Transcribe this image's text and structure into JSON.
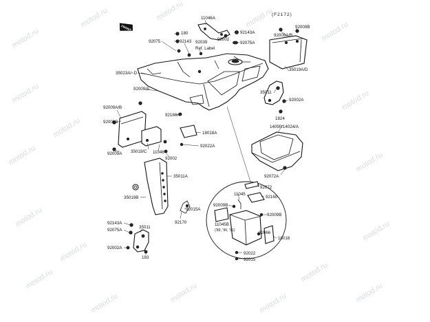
{
  "watermark": "motod.ru",
  "diagram_code": "(F2172)",
  "front_label": "FRONT",
  "labels": {
    "l11046A": "11046A",
    "l180": "180",
    "l92143A_top": "92143A",
    "l92002_top": "92002",
    "l92075A_top": "92075A",
    "l92075": "92075",
    "l92143_top": "92143",
    "l92039": "92039",
    "ref_label": "Ref. Label",
    "l92009AB_right": "92009A/B",
    "l92009B_right": "92009B",
    "l35019AD": "35019A/D",
    "l35023AD": "35023A/~D",
    "l92009A_mid": "92009/A",
    "l35011_right": "35011",
    "l92002A_right": "92002A",
    "l1824": "1824",
    "l14090": "14090/14024/A",
    "l92009AB_left": "92009A/B",
    "l92009B_left": "92009B",
    "l92160A": "92160A",
    "l18018A": "18018A",
    "l92022A": "92022A",
    "l35019C": "35019/C",
    "l11046": "11046",
    "l92002_mid": "92002",
    "l92009A_left": "92009A",
    "l92072A": "92072A",
    "l35011A": "35011A",
    "l35019B": "35019B",
    "l92015A": "92015A",
    "l92170": "92170",
    "l92143A_bot": "92143A",
    "l92075A_bot": "92075A",
    "l35011_bot": "35011",
    "l92002A_bot": "92002A",
    "l183": "183",
    "l92072": "92072",
    "l11045": "11045",
    "l92160": "92160",
    "l92009B_inset": "92009B",
    "l92009B_inset2": "92009B",
    "l11045B": "11045B",
    "l89_90_91": "('89, '90, '91)",
    "l92066": "92066",
    "l18018": "18018",
    "l92022": "92022",
    "l92015": "92015"
  }
}
